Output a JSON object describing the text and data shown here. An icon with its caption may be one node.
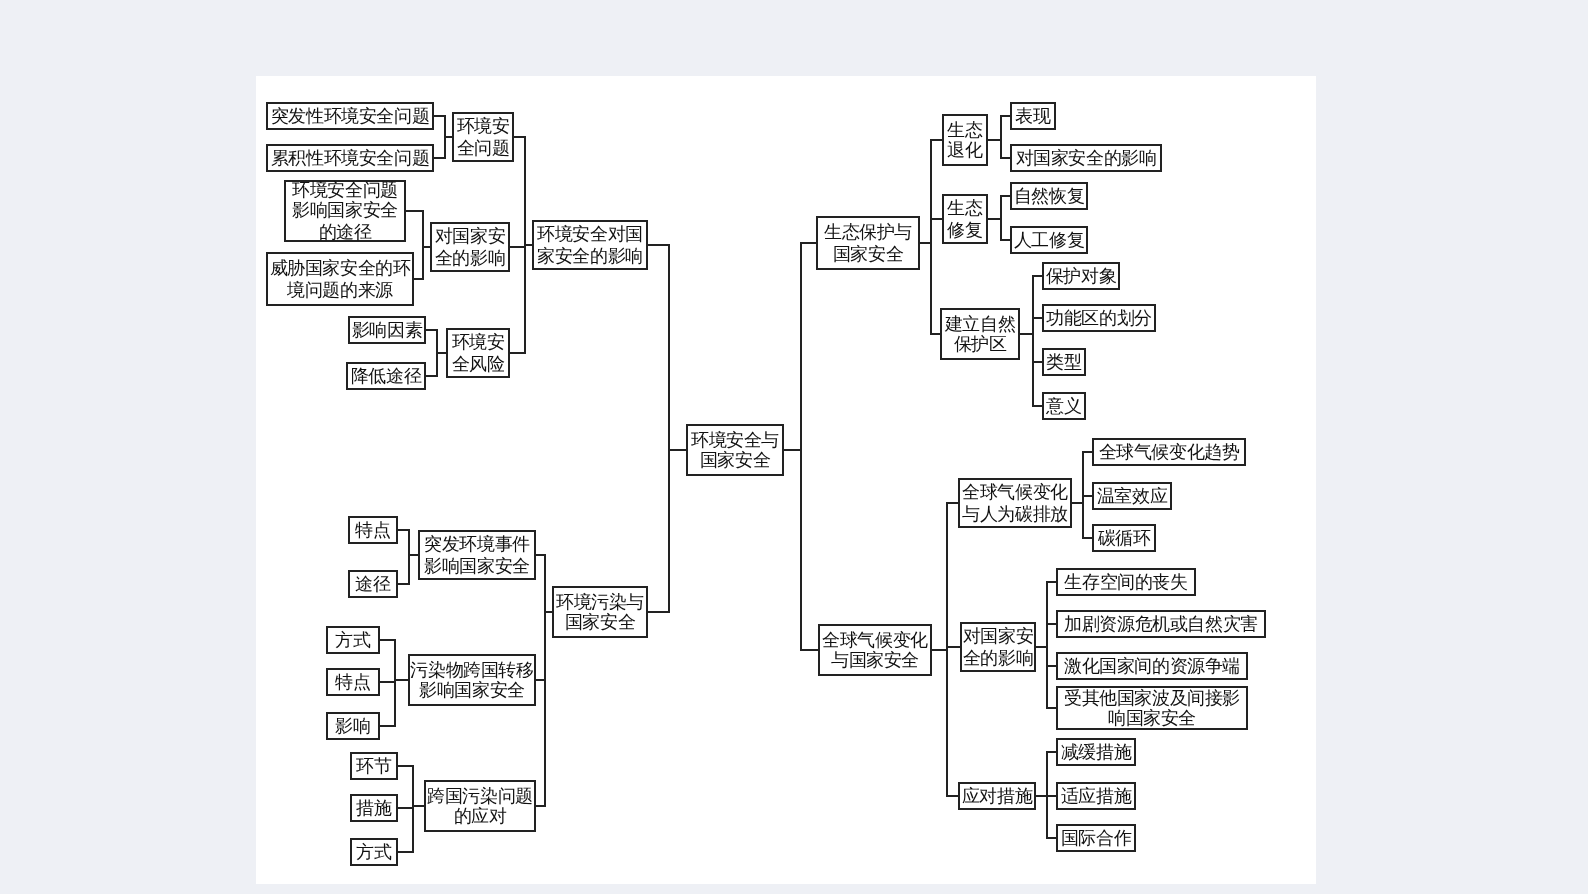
{
  "diagram": {
    "nodes": [
      {
        "text": [
          "环境安全与国家安全"
        ]
      },
      {
        "text": [
          "环境安全对国家安全的影响"
        ]
      },
      {
        "text": [
          "环境安全问题"
        ]
      },
      {
        "text": [
          "突发性环境安全问题"
        ]
      },
      {
        "text": [
          "累积性环境安全问题"
        ]
      },
      {
        "text": [
          "对国家安全的影响"
        ]
      },
      {
        "text": [
          "环境安全问题影响国家安全的途径"
        ]
      },
      {
        "text": [
          "威胁国家安全的环境问题的来源"
        ]
      },
      {
        "text": [
          "环境安全风险"
        ]
      },
      {
        "text": [
          "影响因素"
        ]
      },
      {
        "text": [
          "降低途径"
        ]
      },
      {
        "text": [
          "环境污染与国家安全"
        ]
      },
      {
        "text": [
          "突发环境事件影响国家安全"
        ]
      },
      {
        "text": [
          "特点"
        ]
      },
      {
        "text": [
          "途径"
        ]
      },
      {
        "text": [
          "污染物跨国转移影响国家安全"
        ]
      },
      {
        "text": [
          "方式"
        ]
      },
      {
        "text": [
          "特点"
        ]
      },
      {
        "text": [
          "影响"
        ]
      },
      {
        "text": [
          "跨国污染问题的应对"
        ]
      },
      {
        "text": [
          "环节"
        ]
      },
      {
        "text": [
          "措施"
        ]
      },
      {
        "text": [
          "方式"
        ]
      },
      {
        "text": [
          "生态保护与国家安全"
        ]
      },
      {
        "text": [
          "生态退化"
        ]
      },
      {
        "text": [
          "表现"
        ]
      },
      {
        "text": [
          "对国家安全的影响"
        ]
      },
      {
        "text": [
          "生态修复"
        ]
      },
      {
        "text": [
          "自然恢复"
        ]
      },
      {
        "text": [
          "人工修复"
        ]
      },
      {
        "text": [
          "建立自然保护区"
        ]
      },
      {
        "text": [
          "保护对象"
        ]
      },
      {
        "text": [
          "功能区的划分"
        ]
      },
      {
        "text": [
          "类型"
        ]
      },
      {
        "text": [
          "意义"
        ]
      },
      {
        "text": [
          "全球气候变化与国家安全"
        ]
      },
      {
        "text": [
          "全球气候变化与人为碳排放"
        ]
      },
      {
        "text": [
          "全球气候变化趋势"
        ]
      },
      {
        "text": [
          "温室效应"
        ]
      },
      {
        "text": [
          "碳循环"
        ]
      },
      {
        "text": [
          "对国家安全的影响"
        ]
      },
      {
        "text": [
          "生存空间的丧失"
        ]
      },
      {
        "text": [
          "加剧资源危机或自然灾害"
        ]
      },
      {
        "text": [
          "激化国家间的资源争端"
        ]
      },
      {
        "text": [
          "受其他国家波及间接影响国家安全"
        ]
      },
      {
        "text": [
          "应对措施"
        ]
      },
      {
        "text": [
          "减缓措施"
        ]
      },
      {
        "text": [
          "适应措施"
        ]
      },
      {
        "text": [
          "国际合作"
        ]
      }
    ],
    "edges": [
      {
        "from": 0,
        "to": 1,
        "arrow": "none"
      },
      {
        "from": 0,
        "to": 11,
        "arrow": "none"
      },
      {
        "from": 1,
        "to": 2,
        "arrow": "none"
      },
      {
        "from": 1,
        "to": 5,
        "arrow": "none"
      },
      {
        "from": 1,
        "to": 8,
        "arrow": "none"
      },
      {
        "from": 2,
        "to": 3,
        "arrow": "none"
      },
      {
        "from": 2,
        "to": 4,
        "arrow": "none"
      },
      {
        "from": 5,
        "to": 6,
        "arrow": "none"
      },
      {
        "from": 5,
        "to": 7,
        "arrow": "none"
      },
      {
        "from": 8,
        "to": 9,
        "arrow": "none"
      },
      {
        "from": 8,
        "to": 10,
        "arrow": "none"
      },
      {
        "from": 11,
        "to": 12,
        "arrow": "none"
      },
      {
        "from": 11,
        "to": 15,
        "arrow": "none"
      },
      {
        "from": 11,
        "to": 19,
        "arrow": "none"
      },
      {
        "from": 12,
        "to": 13,
        "arrow": "none"
      },
      {
        "from": 12,
        "to": 14,
        "arrow": "none"
      },
      {
        "from": 15,
        "to": 16,
        "arrow": "none"
      },
      {
        "from": 15,
        "to": 17,
        "arrow": "none"
      },
      {
        "from": 15,
        "to": 18,
        "arrow": "none"
      },
      {
        "from": 19,
        "to": 20,
        "arrow": "none"
      },
      {
        "from": 19,
        "to": 21,
        "arrow": "none"
      },
      {
        "from": 19,
        "to": 22,
        "arrow": "none"
      },
      {
        "from": 0,
        "to": 23,
        "arrow": "none"
      },
      {
        "from": 0,
        "to": 35,
        "arrow": "none"
      },
      {
        "from": 23,
        "to": 24,
        "arrow": "none"
      },
      {
        "from": 23,
        "to": 27,
        "arrow": "none"
      },
      {
        "from": 23,
        "to": 30,
        "arrow": "none"
      },
      {
        "from": 24,
        "to": 25,
        "arrow": "none"
      },
      {
        "from": 24,
        "to": 26,
        "arrow": "none"
      },
      {
        "from": 27,
        "to": 28,
        "arrow": "none"
      },
      {
        "from": 27,
        "to": 29,
        "arrow": "none"
      },
      {
        "from": 30,
        "to": 31,
        "arrow": "none"
      },
      {
        "from": 30,
        "to": 32,
        "arrow": "none"
      },
      {
        "from": 30,
        "to": 33,
        "arrow": "none"
      },
      {
        "from": 30,
        "to": 34,
        "arrow": "none"
      },
      {
        "from": 35,
        "to": 36,
        "arrow": "none"
      },
      {
        "from": 35,
        "to": 40,
        "arrow": "none"
      },
      {
        "from": 35,
        "to": 45,
        "arrow": "none"
      },
      {
        "from": 36,
        "to": 37,
        "arrow": "none"
      },
      {
        "from": 36,
        "to": 38,
        "arrow": "none"
      },
      {
        "from": 36,
        "to": 39,
        "arrow": "none"
      },
      {
        "from": 40,
        "to": 41,
        "arrow": "none"
      },
      {
        "from": 40,
        "to": 42,
        "arrow": "none"
      },
      {
        "from": 40,
        "to": 43,
        "arrow": "none"
      },
      {
        "from": 40,
        "to": 44,
        "arrow": "none"
      },
      {
        "from": 45,
        "to": 46,
        "arrow": "none"
      },
      {
        "from": 45,
        "to": 47,
        "arrow": "none"
      },
      {
        "from": 45,
        "to": 48,
        "arrow": "none"
      }
    ]
  }
}
